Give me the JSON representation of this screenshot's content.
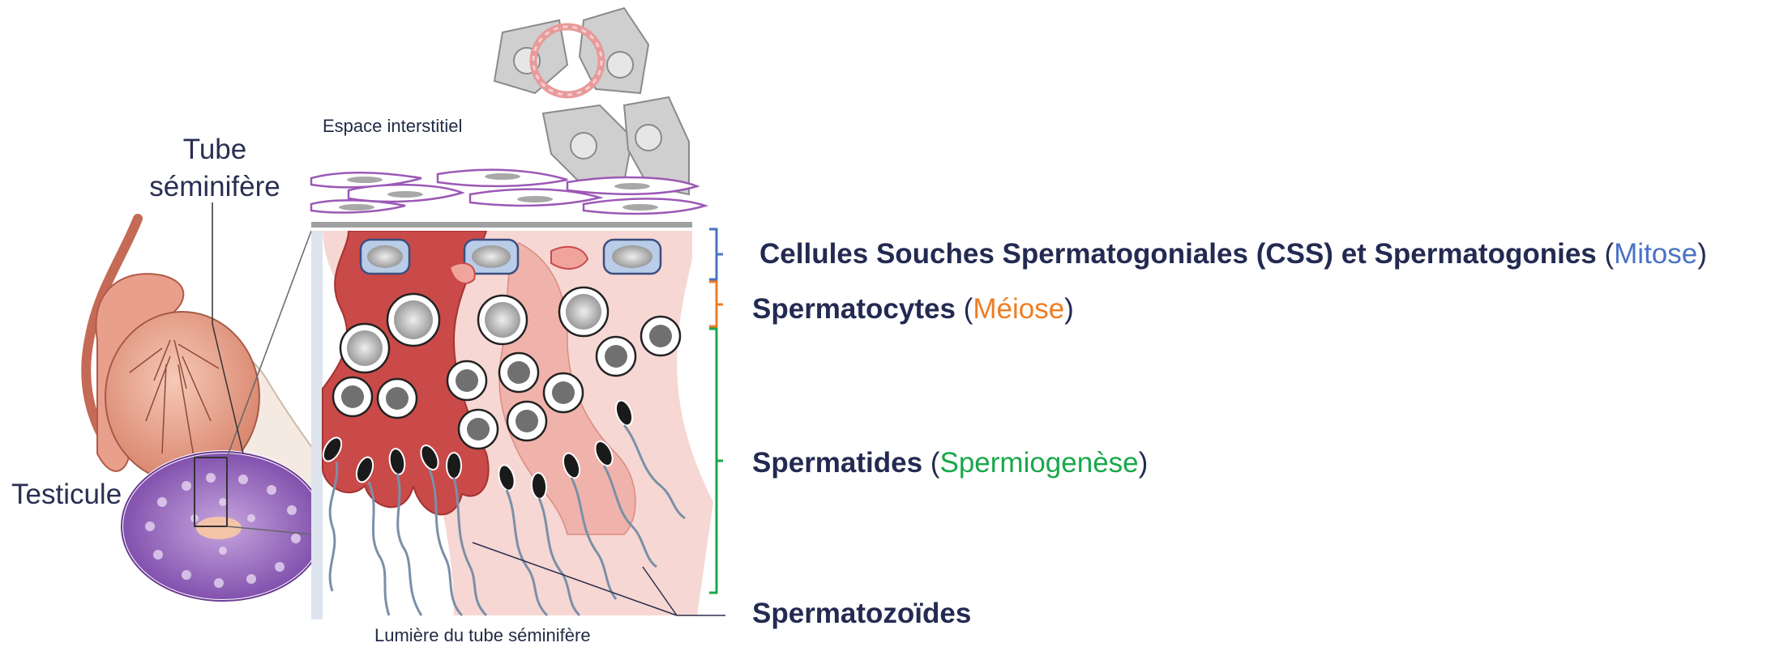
{
  "labels": {
    "interstitial": "Espace interstitiel",
    "tube": "Tube séminifère",
    "tube_line1": "Tube",
    "tube_line2": "séminifère",
    "testicle": "Testicule",
    "lumen": "Lumière du tube séminifère"
  },
  "stages": [
    {
      "name": "Cellules Souches Spermatogoniales (CSS) et Spermatogonies",
      "process": "Mitose",
      "color": "#4a72c4"
    },
    {
      "name": "Spermatocytes",
      "process": "Méiose",
      "color": "#ef7d23"
    },
    {
      "name": "Spermatides",
      "process": "Spermiogenèse",
      "color": "#19a84a"
    },
    {
      "name": "Spermatozoïdes",
      "process": "",
      "color": "#19a84a"
    }
  ],
  "colors": {
    "sertoli": "#c94a48",
    "sertoli_light": "#f3c7c2",
    "basement": "#a0a0a0",
    "interstitial_cells": "#9b59b6",
    "testis": "#f2b5a0",
    "tubule_section": "#8e63b8",
    "spermatogonia": "#b9cde8"
  }
}
